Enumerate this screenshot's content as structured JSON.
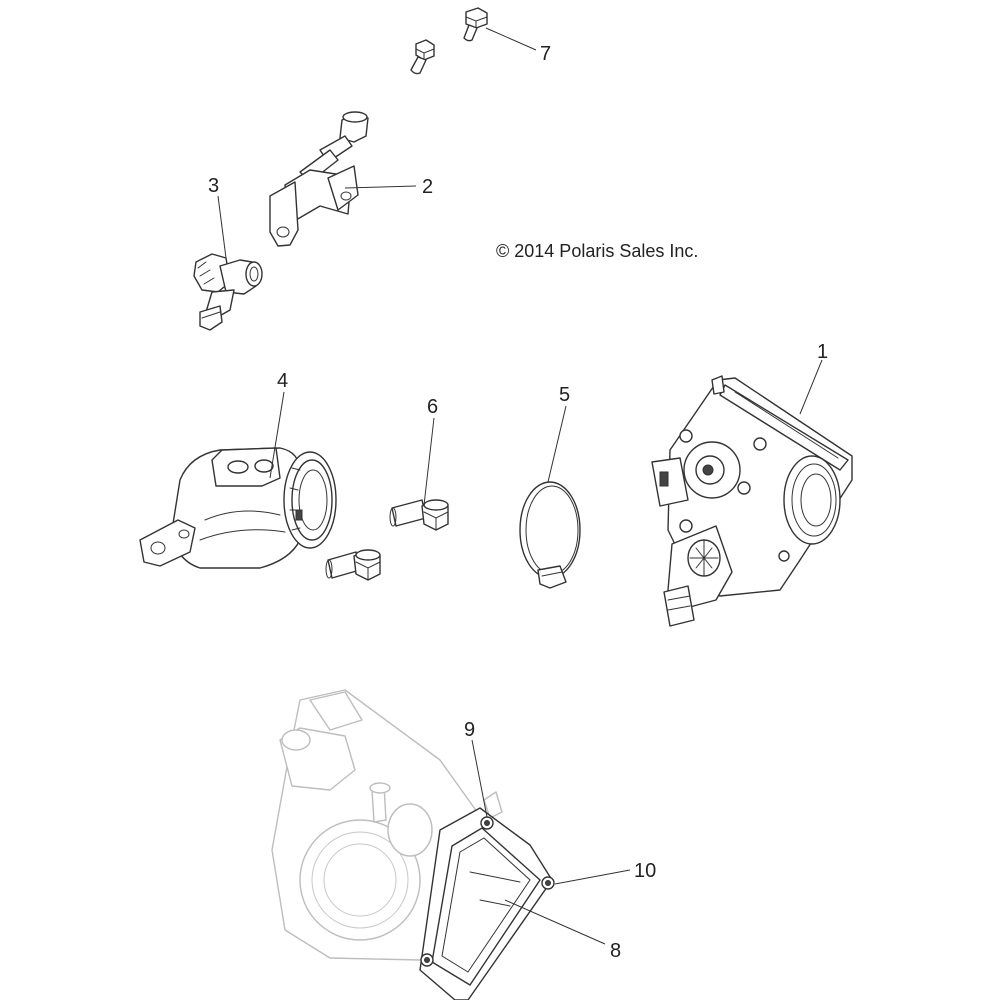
{
  "copyright": "© 2014 Polaris Sales Inc.",
  "callouts": [
    {
      "id": "1",
      "text": "1"
    },
    {
      "id": "2",
      "text": "2"
    },
    {
      "id": "3",
      "text": "3"
    },
    {
      "id": "4",
      "text": "4"
    },
    {
      "id": "5",
      "text": "5"
    },
    {
      "id": "6",
      "text": "6"
    },
    {
      "id": "7",
      "text": "7"
    },
    {
      "id": "8",
      "text": "8"
    },
    {
      "id": "9",
      "text": "9"
    },
    {
      "id": "10",
      "text": "10"
    }
  ]
}
